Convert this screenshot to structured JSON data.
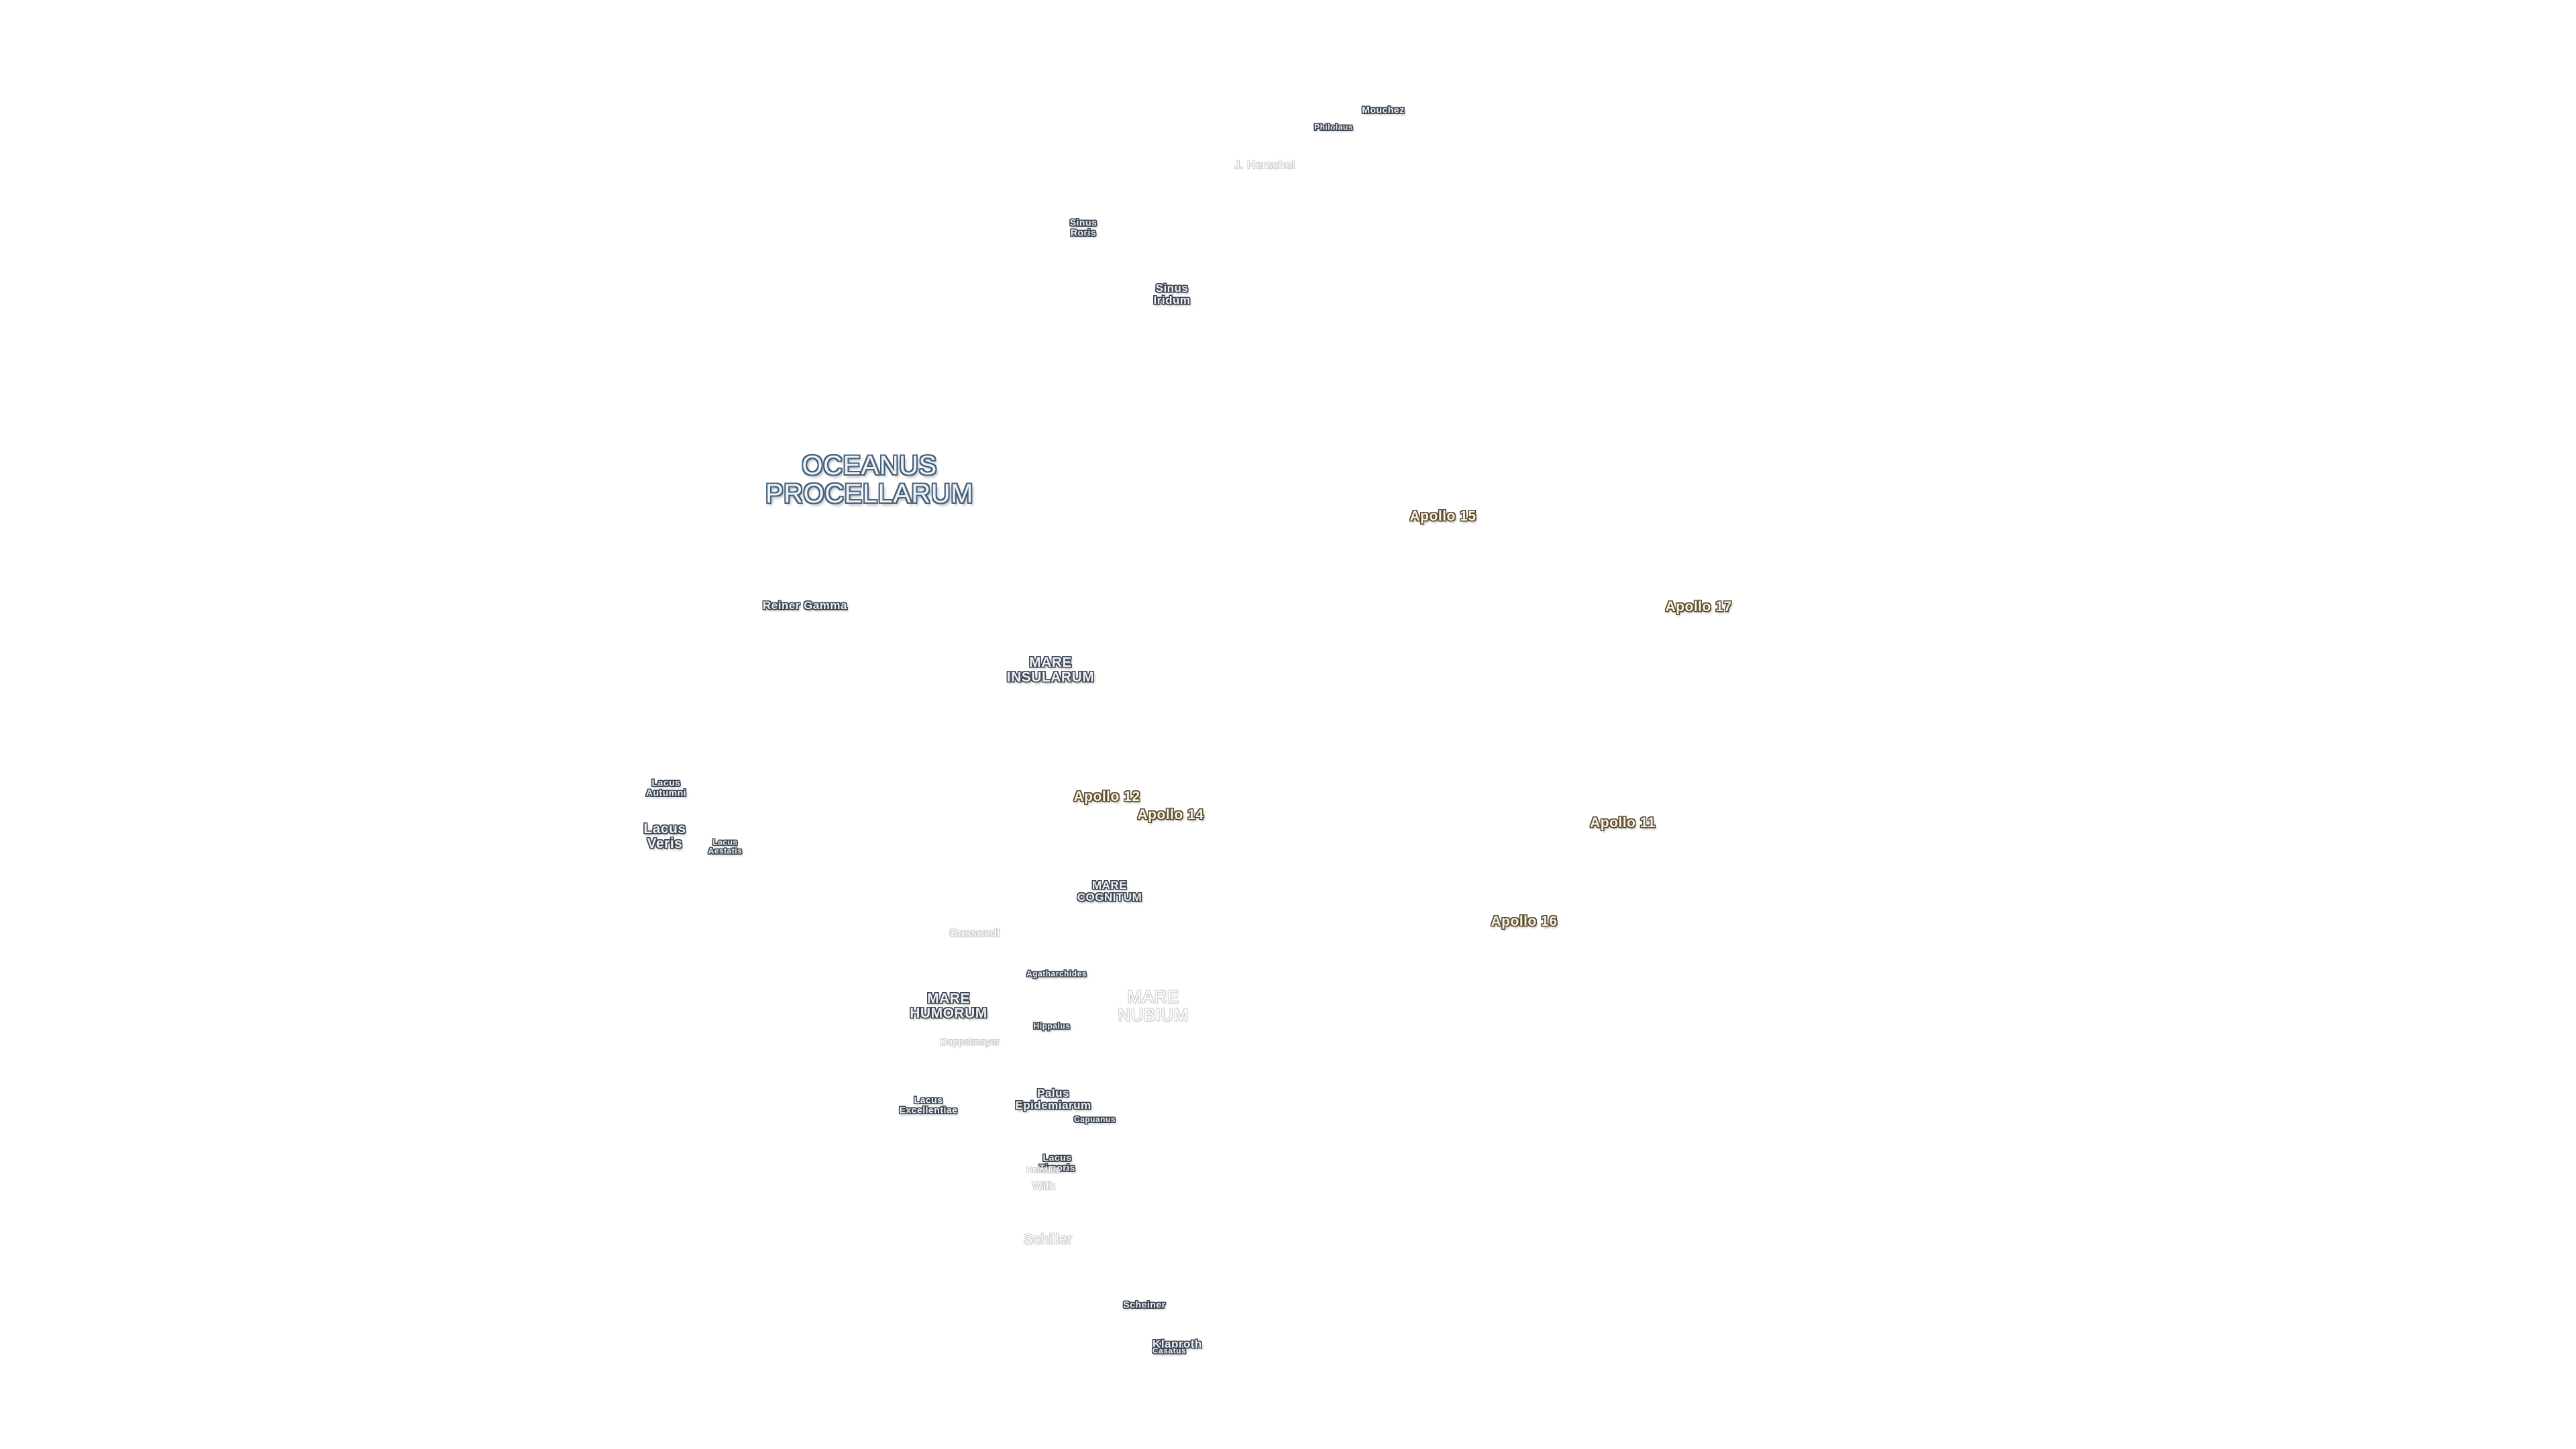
{
  "labels": {
    "mouchez": "Mouchez",
    "philolaus": "Philolaus",
    "j_herschel": "J. Herschel",
    "sinus_roris": "Sinus\nRoris",
    "sinus_iridum": "Sinus\nIridum",
    "oceanus_procellarum": "OCEANUS\nPROCELLARUM",
    "apollo_15": "Apollo 15",
    "reiner_gamma": "Reiner Gamma",
    "apollo_17": "Apollo 17",
    "mare_insularum": "MARE\nINSULARUM",
    "lacus_autumni": "Lacus\nAutumni",
    "apollo_12": "Apollo 12",
    "apollo_14": "Apollo 14",
    "apollo_11": "Apollo 11",
    "lacus_veris": "Lacus\nVeris",
    "lacus_aestatis": "Lacus\nAestatis",
    "mare_cognitum": "MARE\nCOGNITUM",
    "apollo_16": "Apollo 16",
    "gassendi": "Gassendi",
    "agatharchides": "Agatharchides",
    "mare_humorum": "MARE\nHUMORUM",
    "mare_nubium": "MARE\nNUBIUM",
    "doppelmayer": "Doppelmayer",
    "hippalus": "Hippalus",
    "palus_epidemiarum": "Palus\nEpidemiarum",
    "lacus_excellentiae": "Lacus\nExcellentiae",
    "capuanus": "Capuanus",
    "lacus_timoris": "Lacus\nTimoris",
    "heinsius": "Heinsius",
    "wilhelm": "Wilh",
    "schiller": "Schiller",
    "scheiner": "Scheiner",
    "klaproth": "Klaproth",
    "casatus": "Casatus"
  }
}
